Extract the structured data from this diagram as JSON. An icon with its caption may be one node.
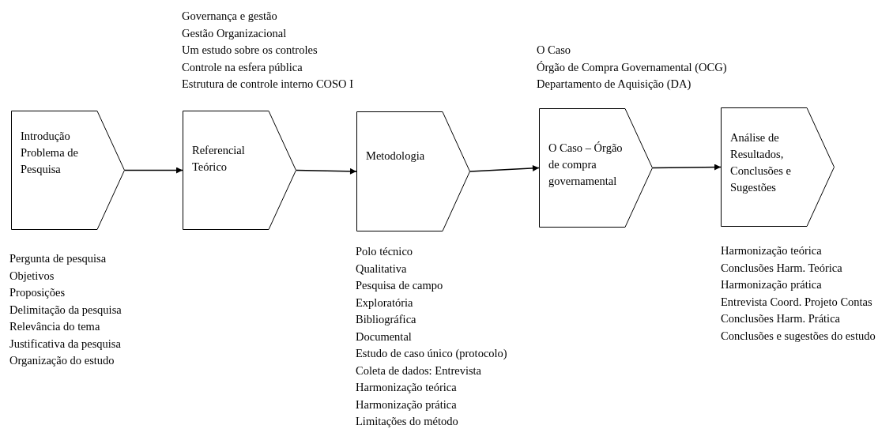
{
  "diagram": {
    "nodes": [
      {
        "text": [
          "Introdução",
          "Problema de Pesquisa"
        ],
        "beside": [
          "Pergunta de pesquisa",
          "Objetivos",
          "Proposições",
          "Delimitação da pesquisa",
          "Relevância do tema",
          "Justificativa da pesquisa",
          "Organização do estudo"
        ]
      },
      {
        "text": [
          "Referencial Teórico"
        ],
        "beside": [
          "Governança e gestão",
          "Gestão Organizacional",
          "Um estudo sobre os controles",
          "Controle na esfera pública",
          "Estrutura de controle interno COSO I"
        ]
      },
      {
        "text": [
          "Metodologia"
        ],
        "beside": [
          "Polo técnico",
          "Qualitativa",
          "Pesquisa de campo",
          "Exploratória",
          "Bibliográfica",
          "Documental",
          "Estudo de caso único (protocolo)",
          "Coleta de dados: Entrevista",
          "Harmonização teórica",
          "Harmonização prática",
          "Limitações do método"
        ]
      },
      {
        "text": [
          "O Caso – Órgão de compra governamental"
        ],
        "beside": [
          "O Caso",
          "Órgão de Compra Governamental (OCG)",
          "Departamento de Aquisição (DA)"
        ]
      },
      {
        "text": [
          "Análise de Resultados, Conclusões e Sugestões"
        ],
        "beside": [
          "Harmonização teórica",
          "Conclusões Harm. Teórica",
          "Harmonização prática",
          "Entrevista Coord. Projeto Contas",
          "Conclusões Harm. Prática",
          "Conclusões e sugestões do estudo"
        ]
      }
    ],
    "edges": [
      {
        "from": 0,
        "to": 1,
        "arrow": "to"
      },
      {
        "from": 1,
        "to": 2,
        "arrow": "to"
      },
      {
        "from": 2,
        "to": 3,
        "arrow": "to"
      },
      {
        "from": 3,
        "to": 4,
        "arrow": "to"
      }
    ]
  }
}
